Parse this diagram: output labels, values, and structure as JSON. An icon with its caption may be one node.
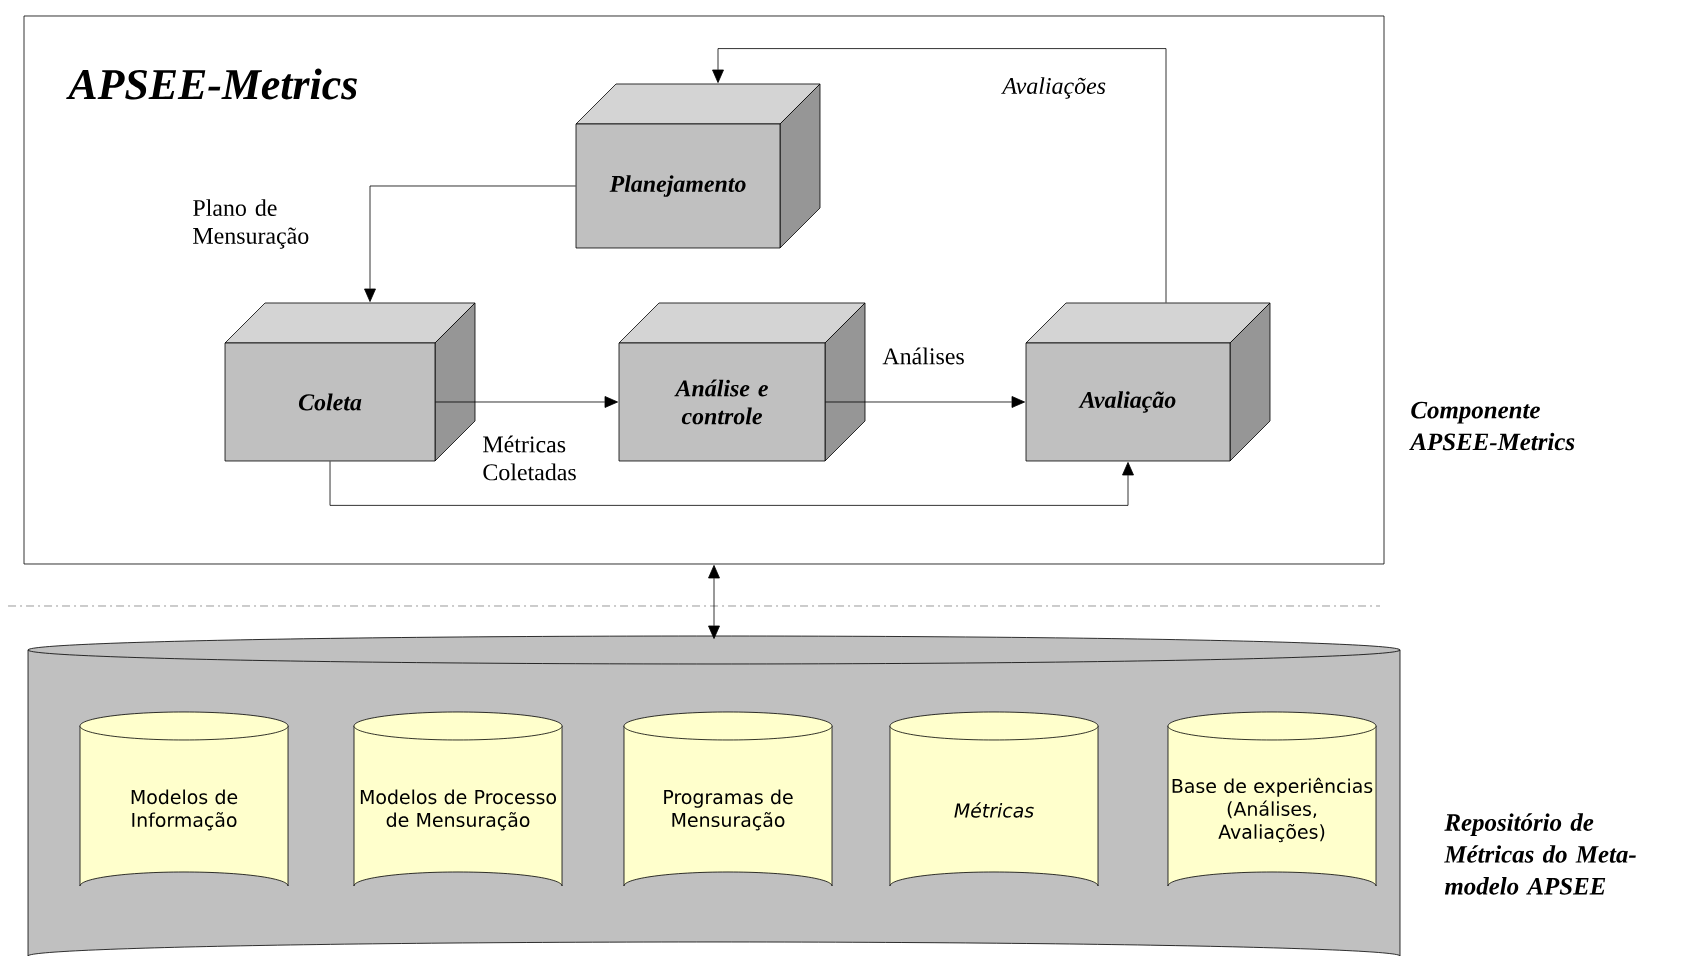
{
  "diagram": {
    "nodes": [
      {
        "text": [
          "APSEE-Metrics"
        ],
        "beside": [
          "Componente APSEE-Metrics"
        ]
      },
      {
        "text": [
          "Planejamento"
        ],
        "in": 0
      },
      {
        "text": [
          "Coleta"
        ],
        "in": 0
      },
      {
        "text": [
          "Análise e controle"
        ],
        "in": 0
      },
      {
        "text": [
          "Avaliação"
        ],
        "in": 0
      },
      {
        "text": [],
        "shape": "cylinder",
        "beside": [
          "Repositório de Métricas do Meta-modelo APSEE"
        ]
      },
      {
        "text": [
          "Modelos de Informação"
        ],
        "in": 5
      },
      {
        "text": [
          "Modelos de Processo de Mensuração"
        ],
        "in": 5
      },
      {
        "text": [
          "Programas de Mensuração"
        ],
        "in": 5
      },
      {
        "text": [
          "Métricas"
        ],
        "in": 5
      },
      {
        "text": [
          "Base de experiências (Análises, Avaliações)"
        ],
        "in": 5
      }
    ],
    "edges": [
      {
        "from": 1,
        "to": 2,
        "arrow": "to",
        "label": "Plano de Mensuração"
      },
      {
        "from": 2,
        "to": 3,
        "arrow": "to",
        "label": "Métricas Coletadas"
      },
      {
        "from": 3,
        "to": 4,
        "arrow": "to",
        "label": "Análises"
      },
      {
        "from": 2,
        "to": 4,
        "arrow": "to"
      },
      {
        "from": 4,
        "to": 1,
        "arrow": "to",
        "label": "Avaliações"
      },
      {
        "from": 0,
        "to": 5,
        "arrow": "both"
      }
    ]
  }
}
